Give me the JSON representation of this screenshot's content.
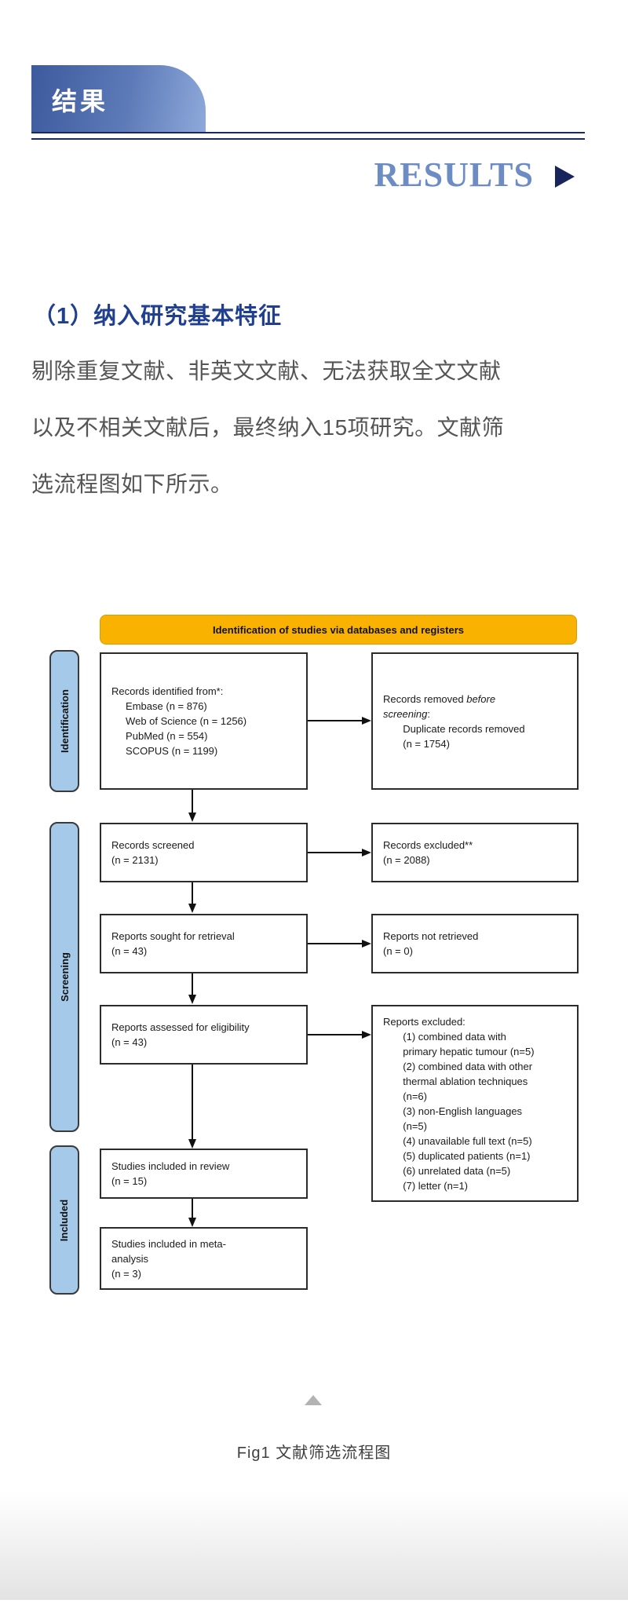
{
  "header": {
    "banner_title": "结果",
    "results_title": "RESULTS"
  },
  "article": {
    "section_heading": "（1）纳入研究基本特征",
    "paragraph_lines": [
      "剔除重复文献、非英文文献、无法获取全文文献",
      "以及不相关文献后，最终纳入15项研究。文献筛",
      "选流程图如下所示。"
    ],
    "figure_caption": "Fig1 文献筛选流程图"
  },
  "flowchart": {
    "title": "Identification of studies via databases and registers",
    "stages": {
      "identification": "Identification",
      "screening": "Screening",
      "included": "Included"
    },
    "boxes": {
      "identified": [
        "Records identified from*:",
        "     Embase (n = 876)",
        "     Web of Science (n = 1256)",
        "     PubMed (n = 554)",
        "     SCOPUS (n = 1199)"
      ],
      "removed": [
        "Records removed <i>before</i>",
        "<i>screening</i>:",
        "       Duplicate records removed",
        "       (n = 1754)"
      ],
      "screened": [
        "Records screened",
        "(n = 2131)"
      ],
      "excluded": [
        "Records excluded**",
        "(n = 2088)"
      ],
      "sought": [
        "Reports sought for retrieval",
        "(n = 43)"
      ],
      "not_retrieved": [
        "Reports not retrieved",
        "(n = 0)"
      ],
      "assessed": [
        "Reports assessed for eligibility",
        "(n = 43)"
      ],
      "reports_excluded": [
        "Reports excluded:",
        "       (1) combined data with",
        "       primary hepatic tumour (n=5)",
        "       (2) combined data with other",
        "       thermal ablation techniques",
        "       (n=6)",
        "       (3) non-English languages",
        "       (n=5)",
        "       (4) unavailable full text (n=5)",
        "       (5) duplicated patients (n=1)",
        "       (6) unrelated data (n=5)",
        "       (7) letter (n=1)"
      ],
      "included_review": [
        "Studies included in review",
        "(n = 15)"
      ],
      "included_meta": [
        "Studies included in meta-",
        "analysis",
        "(n = 3)"
      ]
    }
  },
  "colors": {
    "banner_gradient_start": "#3c5a9d",
    "banner_gradient_end": "#8ea9da",
    "navy": "#1b2a5e",
    "results_blue": "#6d8cc4",
    "heading_blue": "#20408f",
    "body_text": "#555555",
    "flow_header_fill": "#f9b200",
    "stage_fill": "#a5c9e8",
    "triangle_gray": "#b3b3b3"
  }
}
